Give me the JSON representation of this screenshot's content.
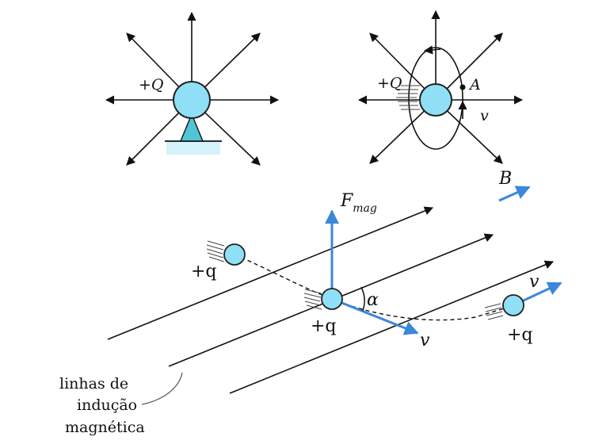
{
  "labels": {
    "charge_left": "+Q",
    "charge_right": "+Q",
    "point_a": "A",
    "velocity_top": "v",
    "field_b": "B",
    "force": "F",
    "force_sub": "mag",
    "alpha": "α",
    "q_left": "+q",
    "q_center": "+q",
    "q_right": "+q",
    "v_center": "v",
    "v_right": "v"
  },
  "caption": {
    "line1": "linhas de",
    "line2": "indução",
    "line3": "magnética"
  },
  "colors": {
    "sphere_fill": "#8fe0f7",
    "sphere_stroke": "#222222",
    "support_fill": "#52c4d8",
    "base_fill": "#d6f2fa",
    "vector_blue": "#3b87d9",
    "line_black": "#111111"
  }
}
